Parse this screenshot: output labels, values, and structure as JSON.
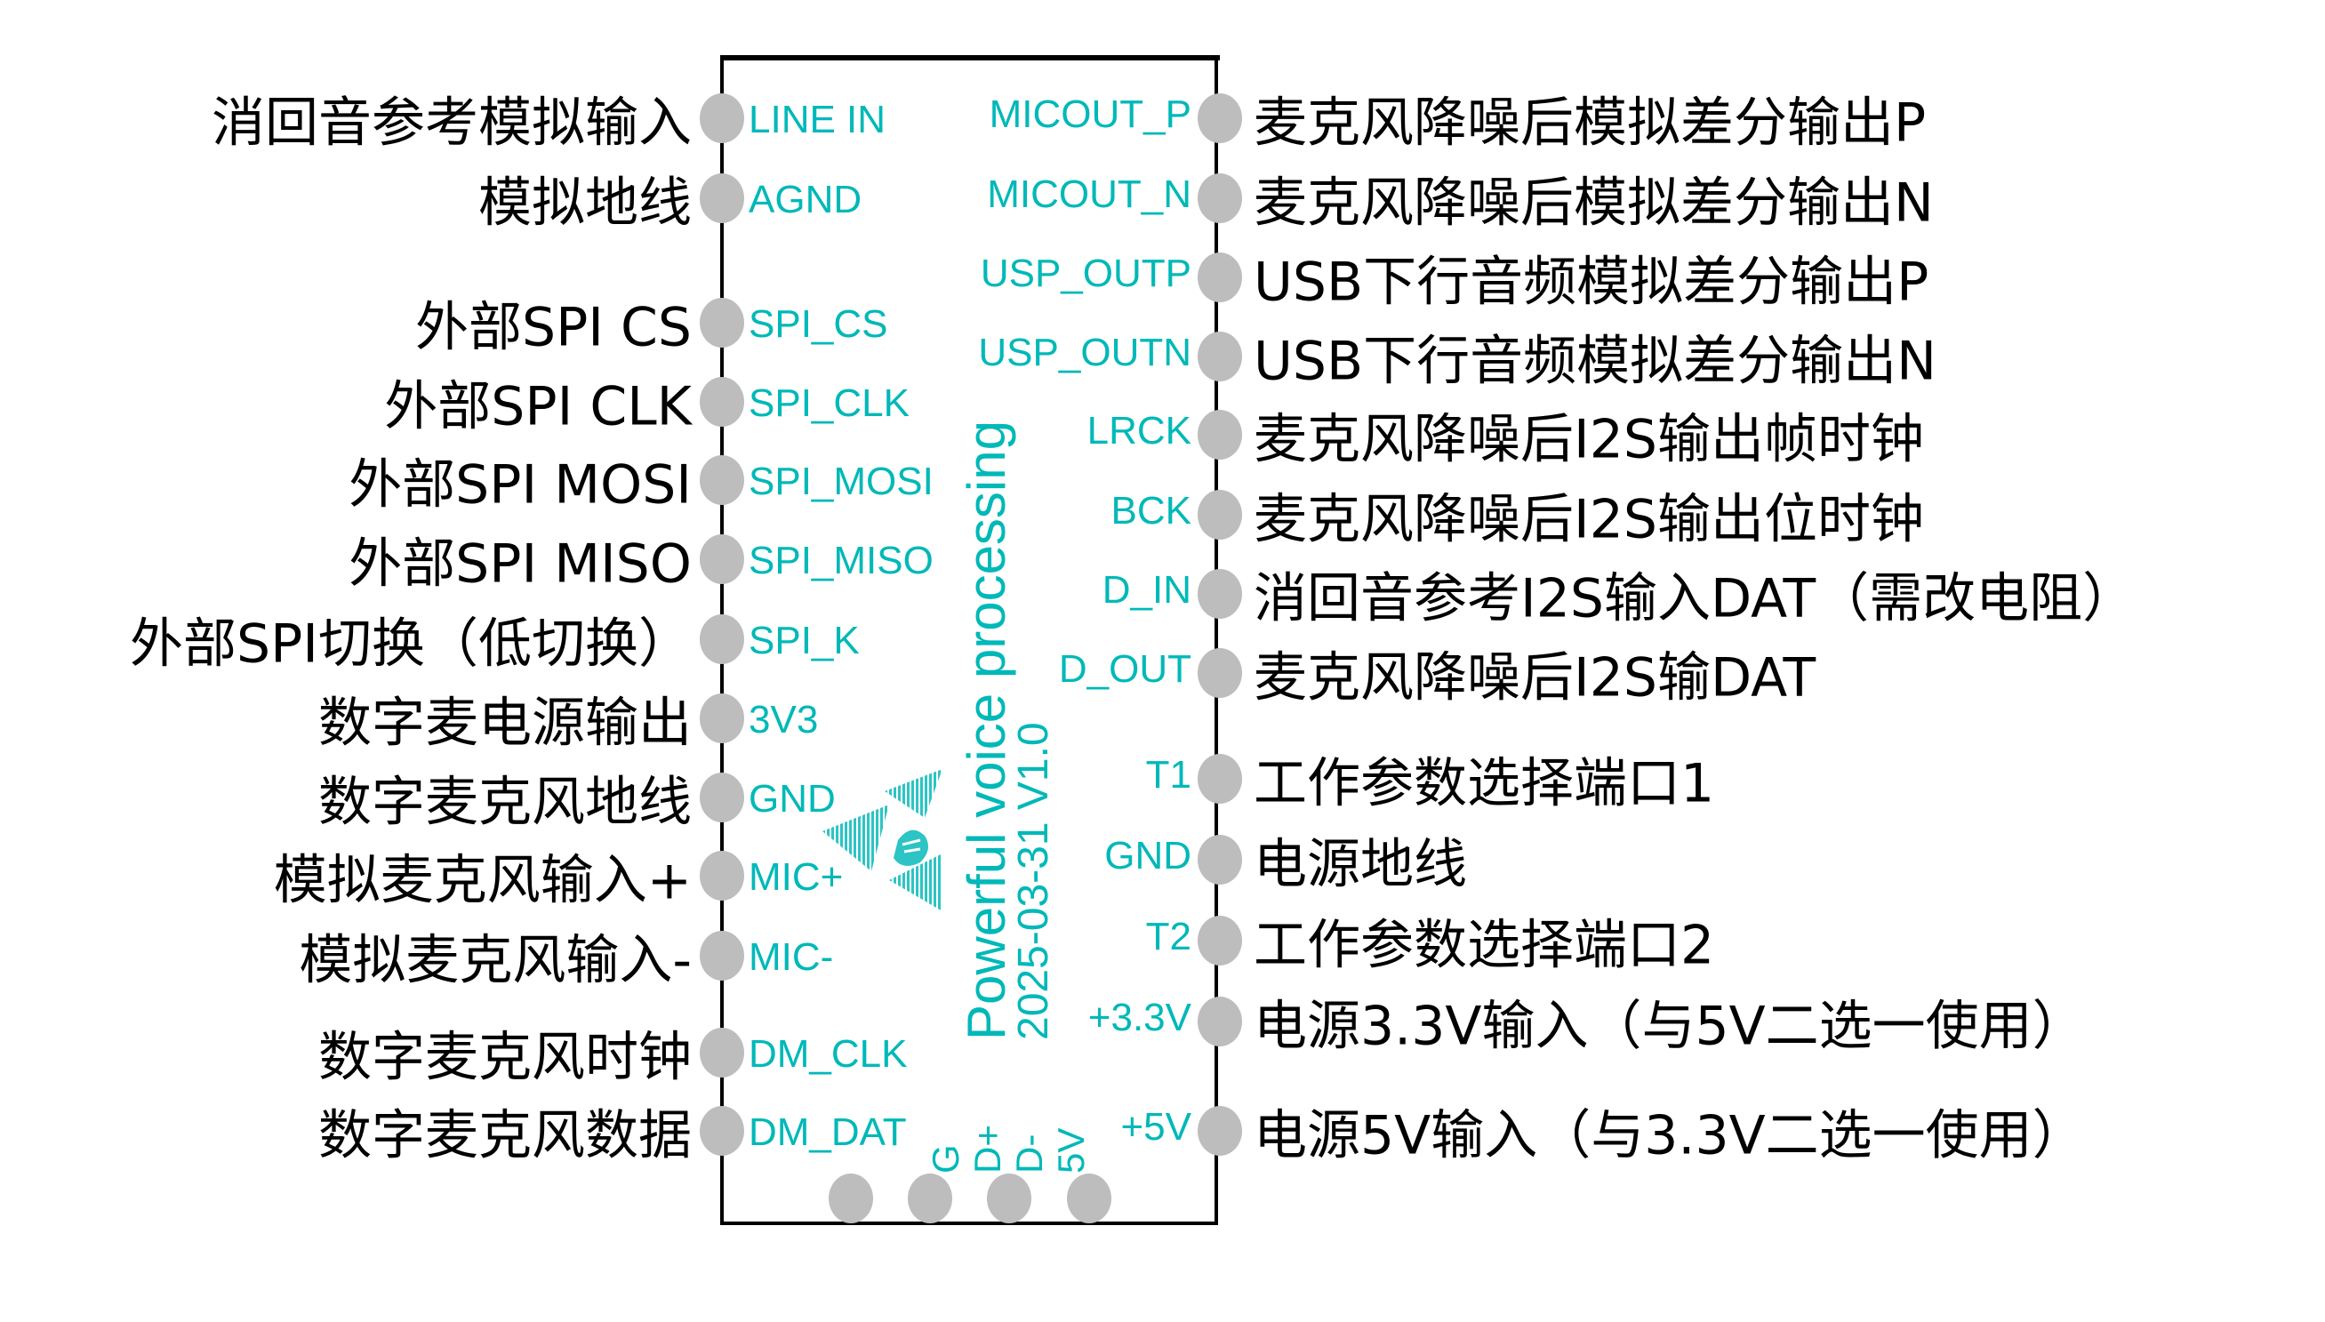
{
  "left_pins": [
    {
      "pin": "LINE IN",
      "desc": "消回音参考模拟输入"
    },
    {
      "pin": "AGND",
      "desc": "模拟地线"
    },
    {
      "pin": "SPI_CS",
      "desc": "外部SPI CS"
    },
    {
      "pin": "SPI_CLK",
      "desc": "外部SPI CLK"
    },
    {
      "pin": "SPI_MOSI",
      "desc": "外部SPI MOSI"
    },
    {
      "pin": "SPI_MISO",
      "desc": "外部SPI MISO"
    },
    {
      "pin": "SPI_K",
      "desc": "外部SPI切换（低切换）"
    },
    {
      "pin": "3V3",
      "desc": "数字麦电源输出"
    },
    {
      "pin": "GND",
      "desc": "数字麦克风地线"
    },
    {
      "pin": "MIC+",
      "desc": "模拟麦克风输入+"
    },
    {
      "pin": "MIC-",
      "desc": "模拟麦克风输入-"
    },
    {
      "pin": "DM_CLK",
      "desc": "数字麦克风时钟"
    },
    {
      "pin": "DM_DAT",
      "desc": "数字麦克风数据"
    }
  ],
  "right_pins": [
    {
      "pin": "MICOUT_P",
      "desc": "麦克风降噪后模拟差分输出P"
    },
    {
      "pin": "MICOUT_N",
      "desc": "麦克风降噪后模拟差分输出N"
    },
    {
      "pin": "USP_OUTP",
      "desc": "USB下行音频模拟差分输出P"
    },
    {
      "pin": "USP_OUTN",
      "desc": "USB下行音频模拟差分输出N"
    },
    {
      "pin": "LRCK",
      "desc": "麦克风降噪后I2S输出帧时钟"
    },
    {
      "pin": "BCK",
      "desc": "麦克风降噪后I2S输出位时钟"
    },
    {
      "pin": "D_IN",
      "desc": "消回音参考I2S输入DAT（需改电阻）"
    },
    {
      "pin": "D_OUT",
      "desc": "麦克风降噪后I2S输DAT"
    },
    {
      "pin": "T1",
      "desc": "工作参数选择端口1"
    },
    {
      "pin": "GND",
      "desc": "电源地线"
    },
    {
      "pin": "T2",
      "desc": "工作参数选择端口2"
    },
    {
      "pin": "+3.3V",
      "desc": "电源3.3V输入（与5V二选一使用）"
    },
    {
      "pin": "+5V",
      "desc": "电源5V输入（与3.3V二选一使用）"
    }
  ],
  "bottom_pins": [
    "G",
    "D+",
    "D-",
    "5V"
  ],
  "board": {
    "title": "Powerful voice processing",
    "version": "2025-03-31 V1.0"
  },
  "colors": {
    "label": "#00b8b8",
    "pin": "#bdbdbd",
    "outline": "#000000"
  }
}
